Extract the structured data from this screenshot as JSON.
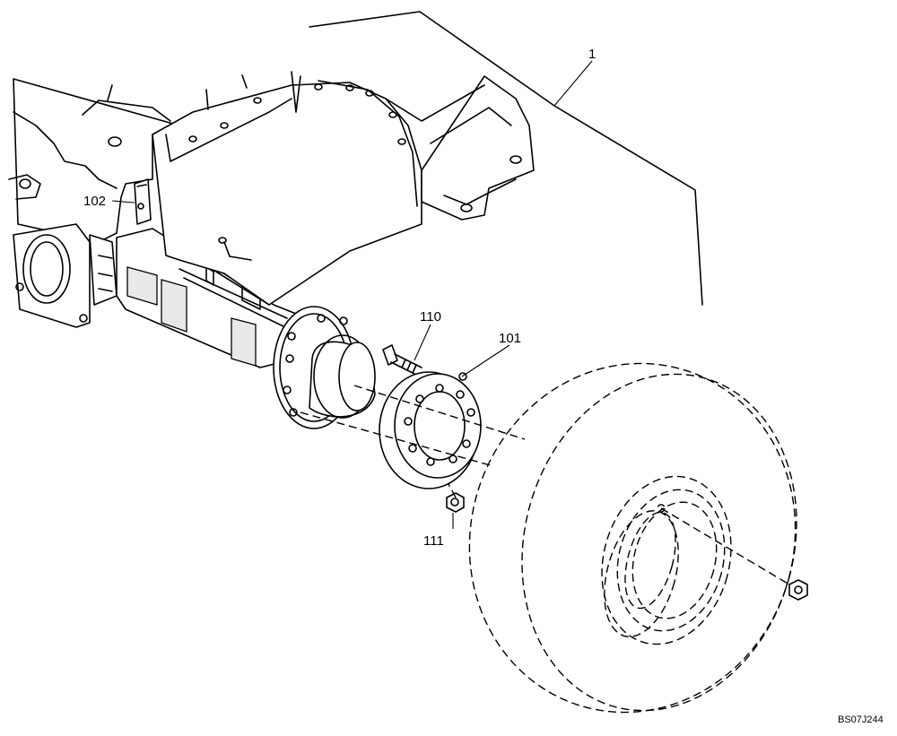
{
  "diagram": {
    "callouts": [
      {
        "id": "c1",
        "label": "1"
      },
      {
        "id": "c102",
        "label": "102"
      },
      {
        "id": "c110",
        "label": "110"
      },
      {
        "id": "c101",
        "label": "101"
      },
      {
        "id": "c111",
        "label": "111"
      }
    ],
    "reference_code": "BS07J244"
  }
}
